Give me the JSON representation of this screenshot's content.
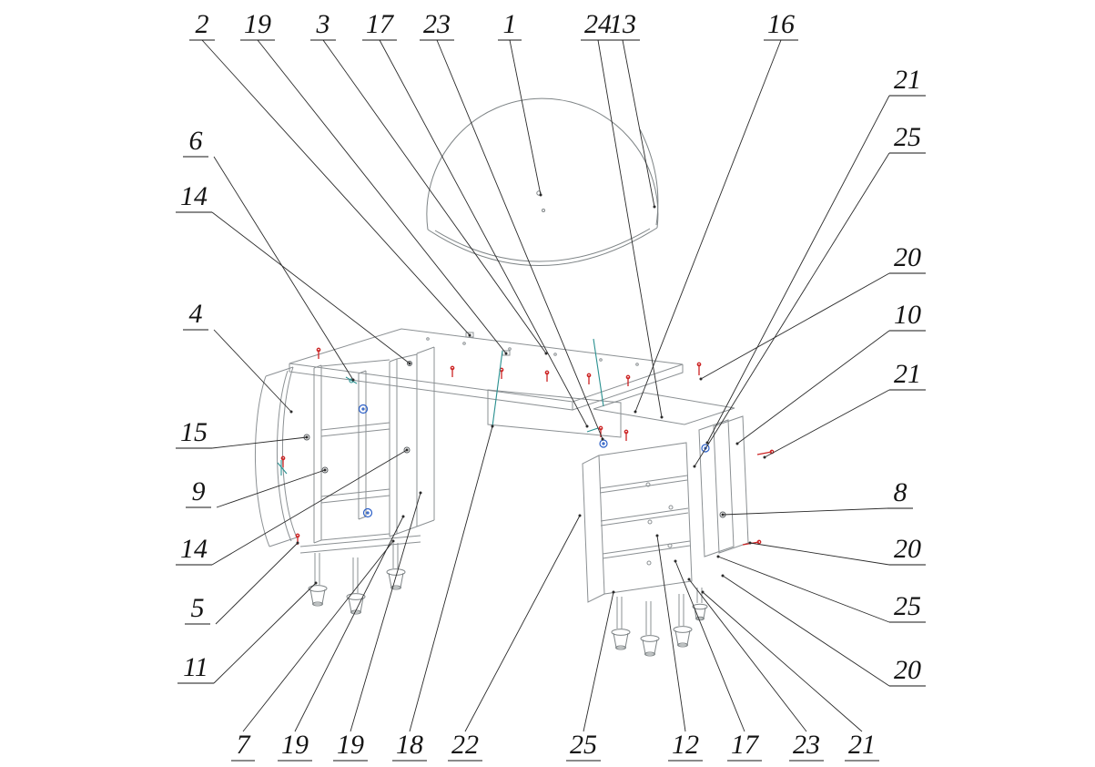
{
  "figure_type": "exploded-furniture-assembly-diagram",
  "callouts": {
    "top": [
      "2",
      "19",
      "3",
      "17",
      "23",
      "1",
      "24",
      "13",
      "16"
    ],
    "right": [
      "21",
      "25",
      "20",
      "10",
      "21",
      "8",
      "20",
      "25",
      "20"
    ],
    "left": [
      "6",
      "14",
      "4",
      "15",
      "9",
      "14",
      "5",
      "11"
    ],
    "bottom": [
      "7",
      "19",
      "19",
      "18",
      "22",
      "25",
      "12",
      "17",
      "23",
      "21"
    ]
  },
  "colors": {
    "outline_gray": "#7e8486",
    "leader_black": "#2a2a2a",
    "fastener_red": "#cc2222",
    "hinge_blue": "#2b5fc7",
    "hardware_teal": "#2a9090"
  }
}
